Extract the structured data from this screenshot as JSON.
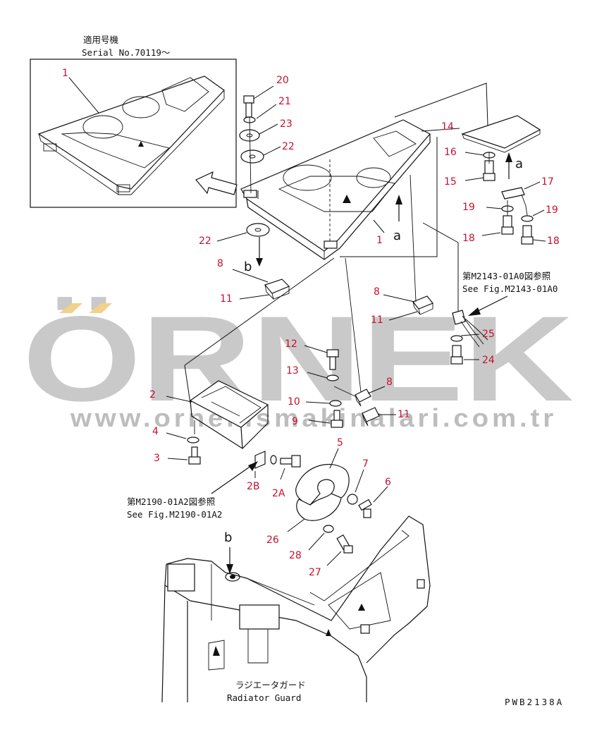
{
  "notes": {
    "applicable_jp": "適用号機",
    "serial": "Serial No.70119～",
    "ref_a_jp": "第M2143-01A0図参照",
    "ref_a_en": "See Fig.M2143-01A0",
    "ref_b_jp": "第M2190-01A2図参照",
    "ref_b_en": "See Fig.M2190-01A2",
    "guard_jp": "ラジエータガード",
    "guard_en": "Radiator Guard",
    "drawing_code": "PWB2138A"
  },
  "markers": {
    "a": "a",
    "b": "b"
  },
  "watermark": {
    "brand": "ÖRNEK",
    "url": "www.ornekismakinalari.com.tr"
  },
  "callouts": {
    "inset_1": "1",
    "c20": "20",
    "c21": "21",
    "c23": "23",
    "c22_top": "22",
    "c14": "14",
    "c16": "16",
    "c15": "15",
    "c17": "17",
    "c19_left": "19",
    "c19_right": "19",
    "c18_left": "18",
    "c18_right": "18",
    "c22_left": "22",
    "c1_main": "1",
    "c8_left": "8",
    "c11_left": "11",
    "c8_mid": "8",
    "c11_mid": "11",
    "c25": "25",
    "c24": "24",
    "c12": "12",
    "c13": "13",
    "c8_low": "8",
    "c10": "10",
    "c9": "9",
    "c11_low": "11",
    "c2": "2",
    "c4": "4",
    "c3": "3",
    "c5": "5",
    "c7": "7",
    "c6": "6",
    "c2B": "2B",
    "c2A": "2A",
    "c26": "26",
    "c28": "28",
    "c27": "27"
  }
}
